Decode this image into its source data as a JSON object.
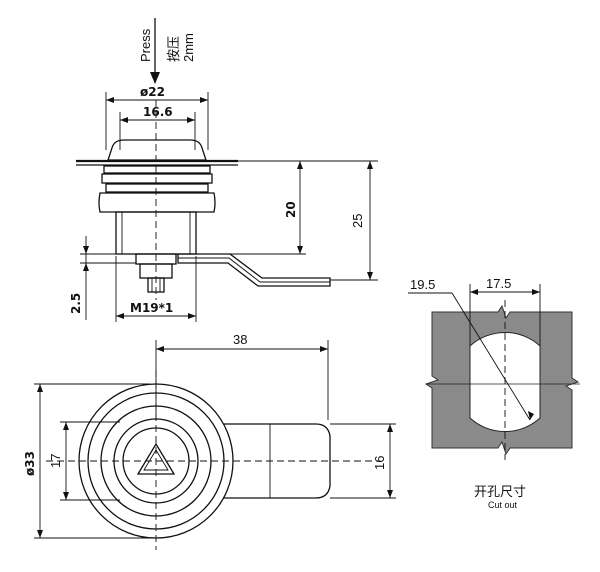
{
  "side_view": {
    "press_label": "Press",
    "press_cn": "按压",
    "press_amount": "2mm",
    "dim_outer_diameter": "ø22",
    "dim_inner_width": "16.6",
    "dim_height_20": "20",
    "dim_height_25": "25",
    "dim_gap": "2.5",
    "dim_thread": "M19*1"
  },
  "front_view": {
    "dim_length": "38",
    "dim_diameter": "ø33",
    "dim_hole_height": "17",
    "dim_cam_width": "16"
  },
  "cutout": {
    "dim_diameter": "19.5",
    "dim_flat_width": "17.5",
    "title_cn": "开孔尺寸",
    "title_en": "Cut out",
    "panel_color": "#8a8a8a"
  }
}
